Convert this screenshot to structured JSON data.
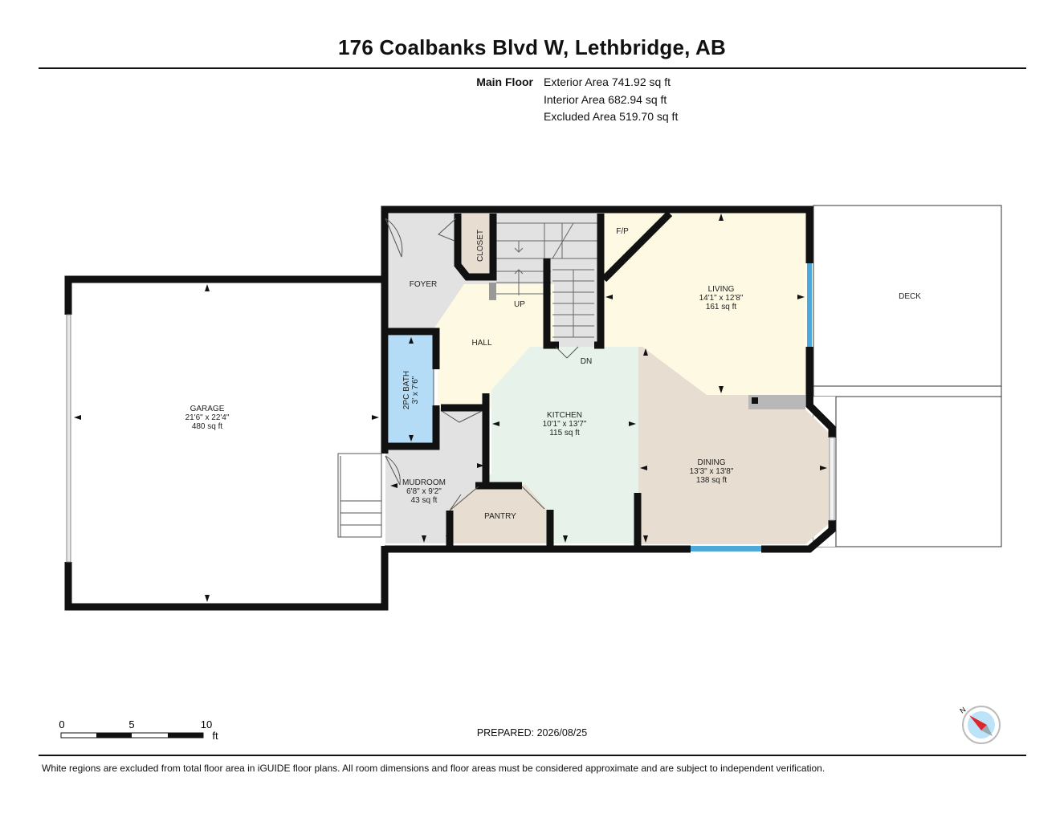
{
  "title": "176 Coalbanks Blvd W, Lethbridge, AB",
  "floor": {
    "label": "Main Floor",
    "exterior_area": "Exterior Area 741.92 sq ft",
    "interior_area": "Interior Area 682.94 sq ft",
    "excluded_area": "Excluded Area 519.70 sq ft"
  },
  "rooms": {
    "garage": {
      "name": "GARAGE",
      "dims": "21'6\" x 22'4\"",
      "area": "480 sq ft"
    },
    "foyer": {
      "name": "FOYER"
    },
    "closet": {
      "name": "CLOSET"
    },
    "hall": {
      "name": "HALL"
    },
    "up": {
      "name": "UP"
    },
    "dn": {
      "name": "DN"
    },
    "fp": {
      "name": "F/P"
    },
    "living": {
      "name": "LIVING",
      "dims": "14'1\" x 12'8\"",
      "area": "161 sq ft"
    },
    "deck": {
      "name": "DECK"
    },
    "bath": {
      "name": "2PC BATH",
      "dims": "3' x 7'6\""
    },
    "kitchen": {
      "name": "KITCHEN",
      "dims": "10'1\" x 13'7\"",
      "area": "115 sq ft"
    },
    "dining": {
      "name": "DINING",
      "dims": "13'3\" x 13'8\"",
      "area": "138 sq ft"
    },
    "mudroom": {
      "name": "MUDROOM",
      "dims": "6'8\" x 9'2\"",
      "area": "43 sq ft"
    },
    "pantry": {
      "name": "PANTRY"
    }
  },
  "scale": {
    "t0": "0",
    "t5": "5",
    "t10": "10",
    "unit": "ft"
  },
  "compass": {
    "label": "N"
  },
  "prepared": "PREPARED: 2026/08/25",
  "disclaimer": "White regions are excluded from total floor area in iGUIDE floor plans. All room dimensions and floor areas must be considered approximate and are subject to independent verification.",
  "colors": {
    "wall": "#111111",
    "hall_fill": "#fdf9e3",
    "living_fill": "#fdf9e3",
    "foyer_fill": "#e2e2e2",
    "kitchen_fill": "#e6f2ea",
    "dining_fill": "#e7ddd0",
    "bath_fill": "#b5dcf6",
    "window": "#4ea8d8"
  }
}
